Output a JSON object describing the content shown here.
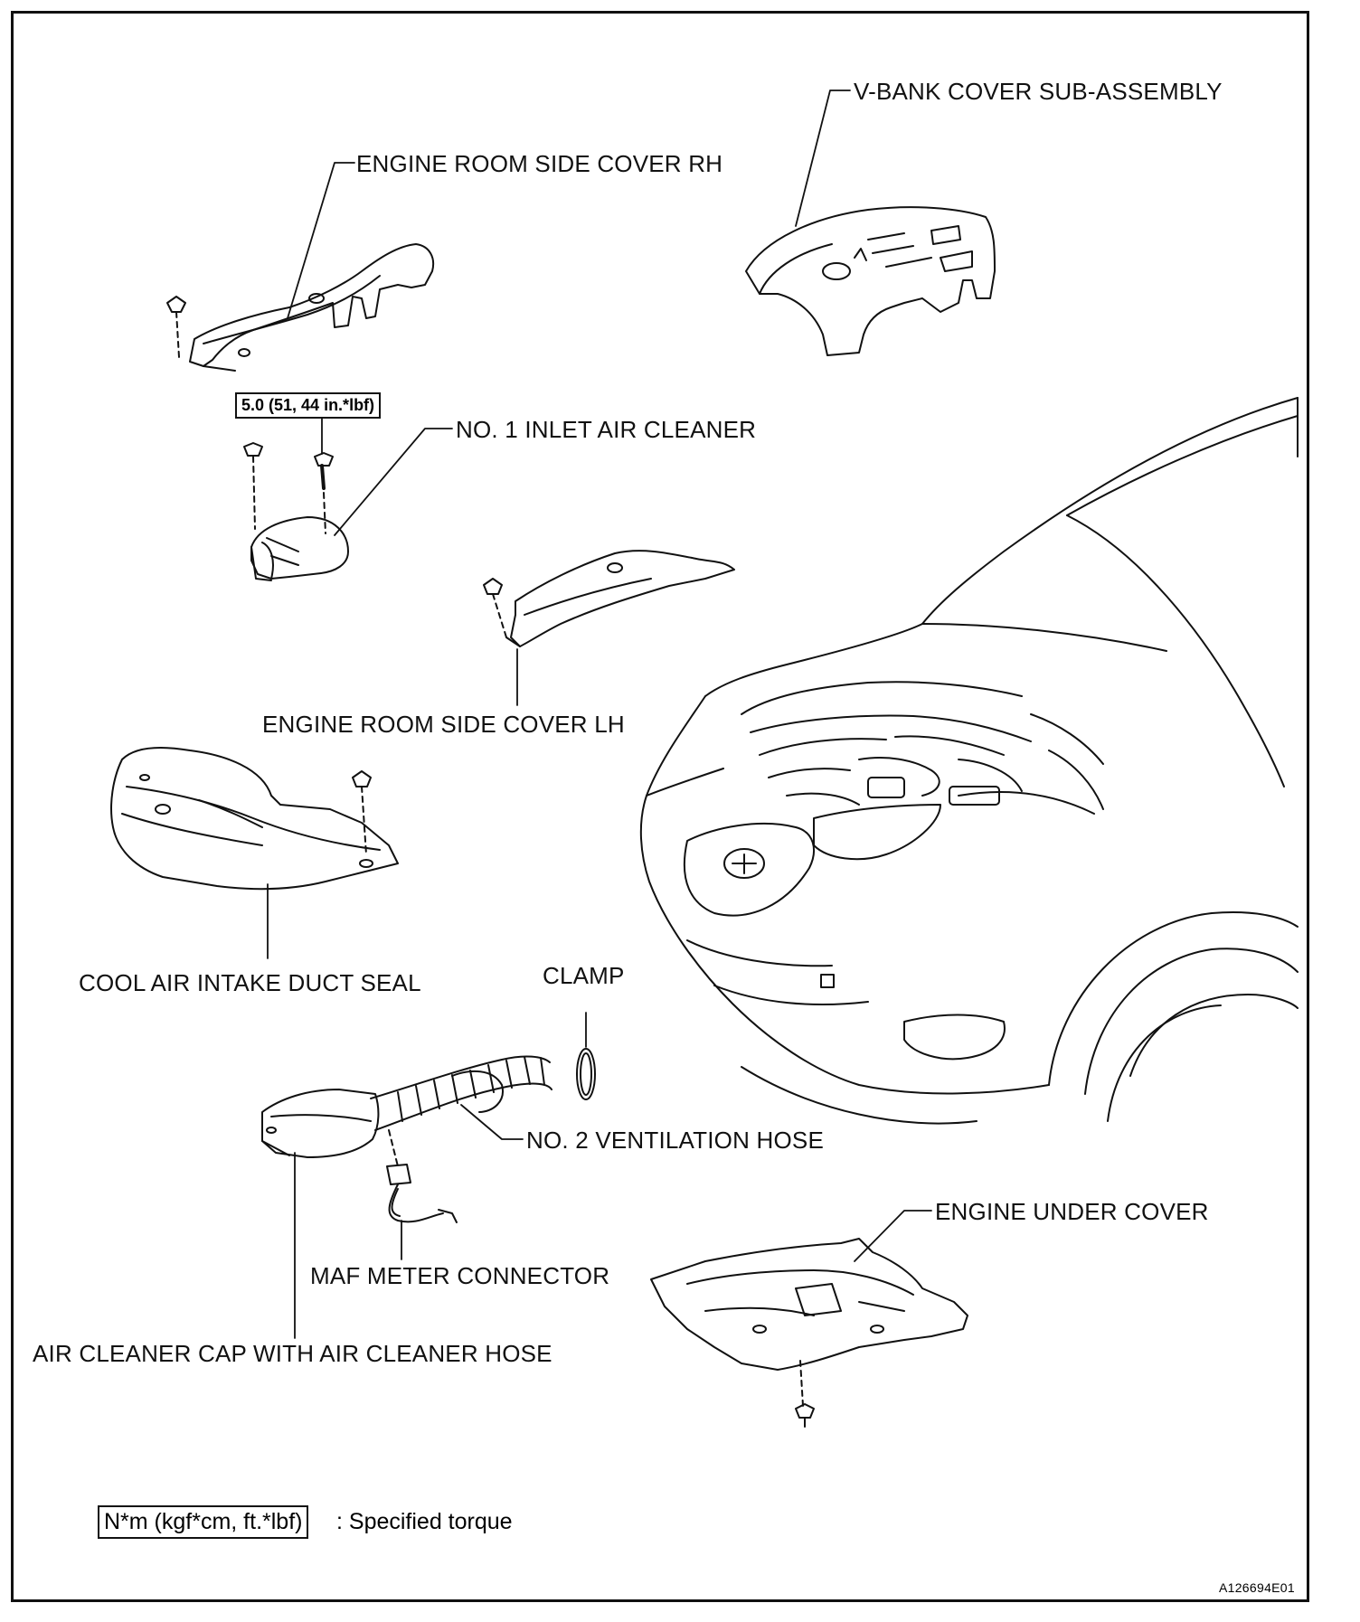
{
  "labels": {
    "vbank": "V-BANK COVER SUB-ASSEMBLY",
    "side_rh": "ENGINE ROOM SIDE COVER RH",
    "inlet1": "NO. 1 INLET AIR CLEANER",
    "side_lh": "ENGINE ROOM SIDE COVER LH",
    "cool_air": "COOL AIR INTAKE DUCT SEAL",
    "clamp": "CLAMP",
    "vent2": "NO. 2 VENTILATION HOSE",
    "under_cover": "ENGINE UNDER COVER",
    "maf": "MAF METER CONNECTOR",
    "air_cap": "AIR CLEANER CAP WITH AIR CLEANER HOSE"
  },
  "torque": {
    "value": "5.0 (51, 44 in.*lbf)"
  },
  "legend": {
    "box": "N*m (kgf*cm, ft.*lbf)",
    "text": ": Specified torque"
  },
  "figure_id": "A126694E01"
}
